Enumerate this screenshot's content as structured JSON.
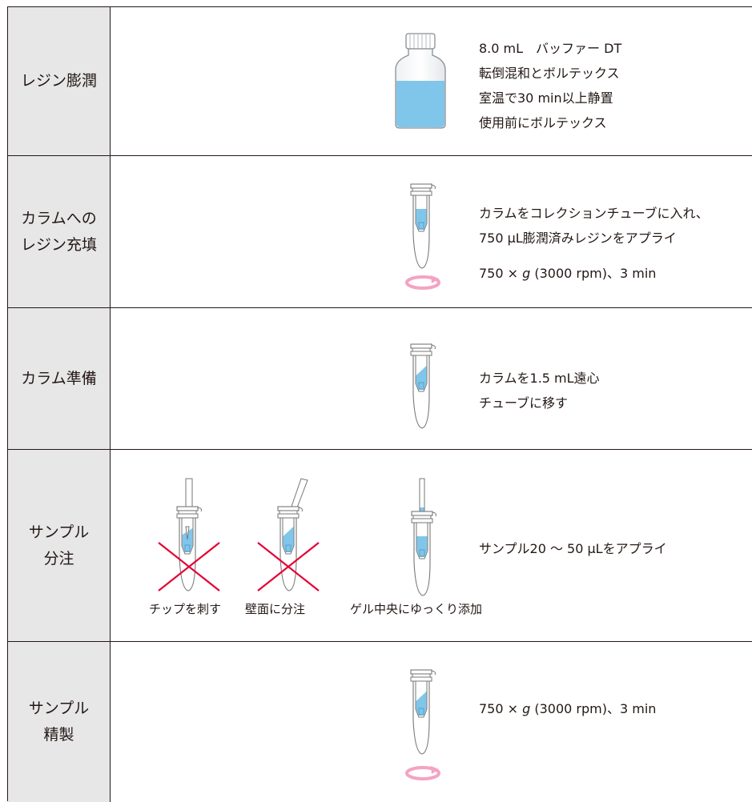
{
  "rows": [
    {
      "label": "レジン膨潤",
      "desc": [
        "8.0 mL　バッファー DT",
        "転倒混和とボルテックス",
        "室温で30 min以上静置",
        "使用前にボルテックス"
      ]
    },
    {
      "label": [
        "カラムへの",
        "レジン充填"
      ],
      "desc": [
        "カラムをコレクションチューブに入れ、",
        "750 μL膨潤済みレジンをアプライ"
      ],
      "spin": {
        "pre": "750 × ",
        "g": "g",
        "post": " (3000 rpm)、3 min"
      }
    },
    {
      "label": "カラム準備",
      "desc": [
        "カラムを1.5 mL遠心",
        "チューブに移す"
      ]
    },
    {
      "label": [
        "サンプル",
        "分注"
      ],
      "desc": [
        "サンプル20 〜 50 μLをアプライ"
      ],
      "captions": [
        "チップを刺す",
        "壁面に分注",
        "ゲル中央にゆっくり添加"
      ]
    },
    {
      "label": [
        "サンプル",
        "精製"
      ],
      "spin": {
        "pre": "750 × ",
        "g": "g",
        "post": " (3000 rpm)、3 min"
      }
    }
  ],
  "colors": {
    "border": "#231815",
    "label_bg": "#e7e7e8",
    "liquid": "#7fc6ea",
    "cross": "#e60033",
    "rotate_arrow": "#f4a3c3"
  },
  "icons": [
    "bottle-icon",
    "spin-column-icon",
    "rotate-arrow-icon",
    "pipette-tip-icon",
    "cross-mark-icon"
  ]
}
